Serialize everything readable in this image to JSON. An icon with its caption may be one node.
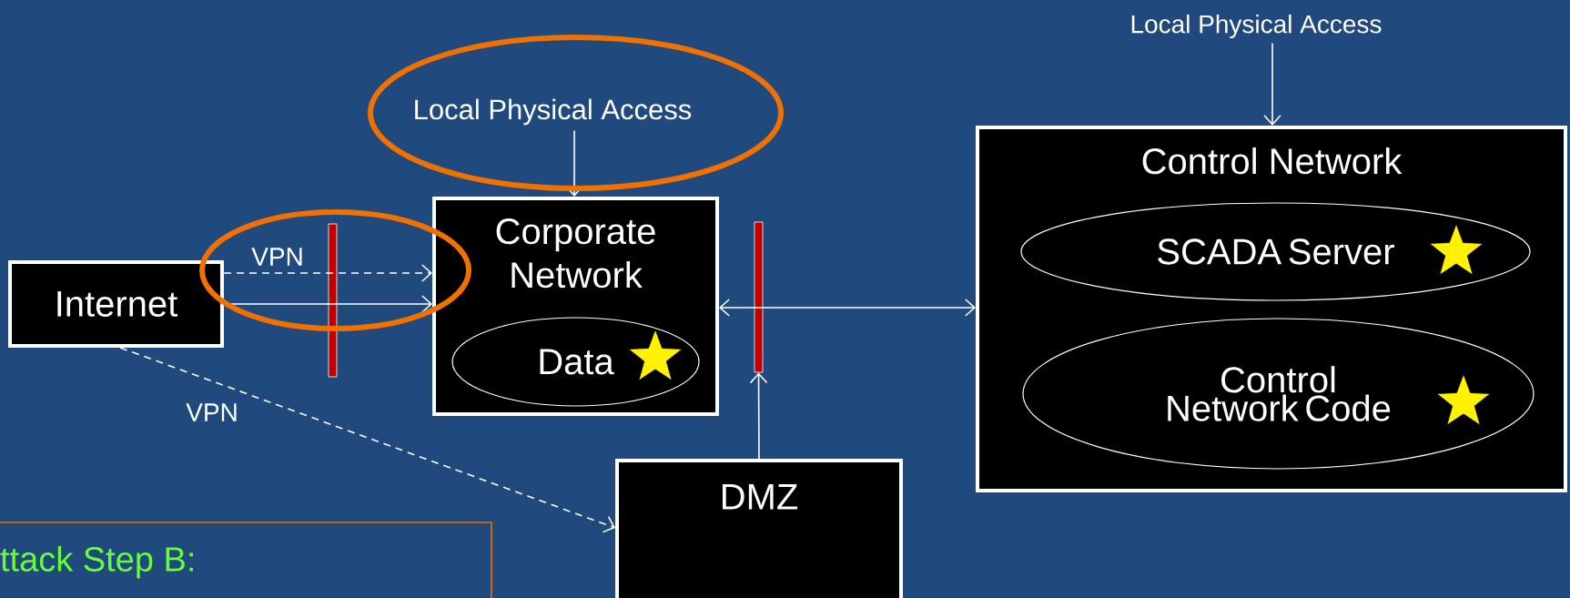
{
  "diagram": {
    "nodes": [
      {
        "text": [
          "Internet"
        ]
      },
      {
        "text": [],
        "shape": "bar"
      },
      {
        "text": [
          "Local Physical Access"
        ]
      },
      {
        "text": [
          "Corporate Network"
        ]
      },
      {
        "text": [
          "Data"
        ],
        "in": 3
      },
      {
        "text": [],
        "shape": "bar"
      },
      {
        "text": [
          "Local Physical Access"
        ]
      },
      {
        "text": [
          "Control Network"
        ]
      },
      {
        "text": [
          "SCADA Server"
        ],
        "in": 7
      },
      {
        "text": [
          "Control Network Code"
        ],
        "in": 7
      },
      {
        "text": [
          "DMZ"
        ]
      },
      {
        "text": [
          "ttack Step B:"
        ]
      }
    ],
    "edges": [
      {
        "from": 0,
        "to": 3,
        "arrow": "to",
        "style": "dashed",
        "label": "VPN"
      },
      {
        "from": 0,
        "to": 3,
        "arrow": "to"
      },
      {
        "from": 0,
        "to": 10,
        "arrow": "to",
        "style": "dashed",
        "label": "VPN"
      },
      {
        "from": 2,
        "to": 3,
        "arrow": "to"
      },
      {
        "from": 3,
        "to": 7,
        "arrow": "both"
      },
      {
        "from": 10,
        "to": 5,
        "arrow": "to"
      },
      {
        "from": 6,
        "to": 7,
        "arrow": "to"
      }
    ]
  }
}
